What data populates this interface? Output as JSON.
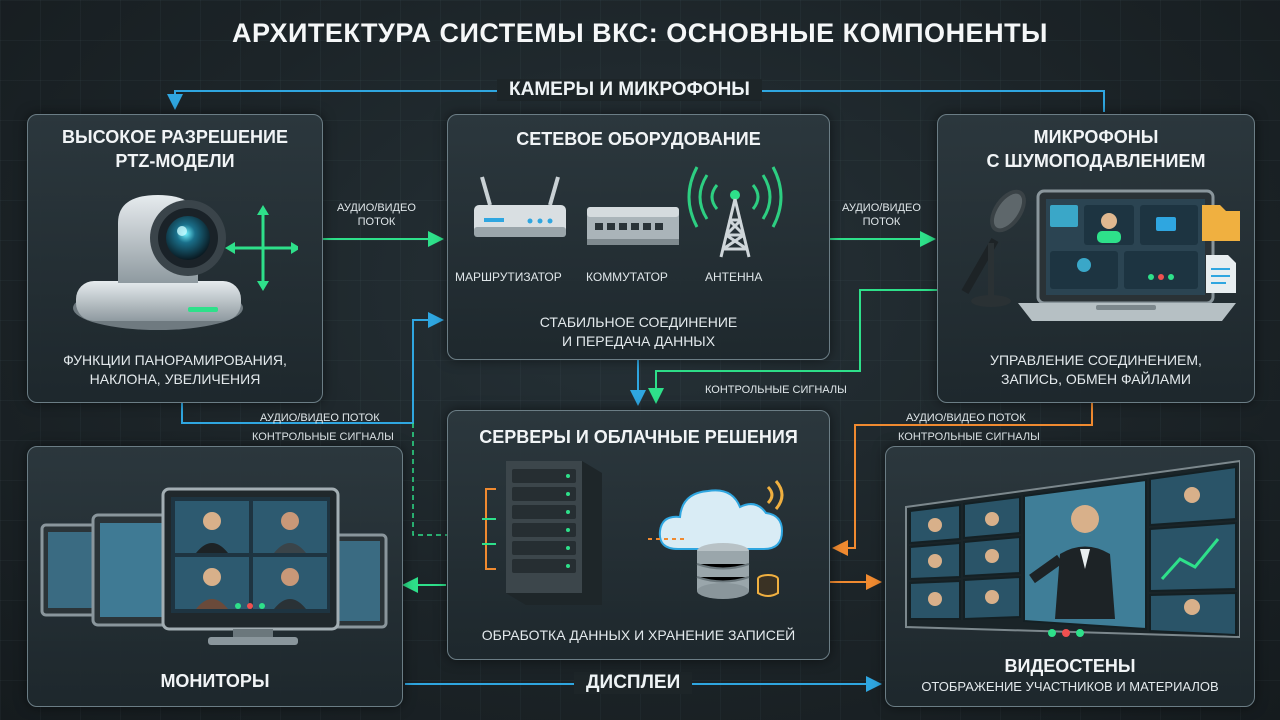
{
  "title": "АРХИТЕКТУРА СИСТЕМЫ ВКС: ОСНОВНЫЕ КОМПОНЕНТЫ",
  "top_band": "КАМЕРЫ И МИКРОФОНЫ",
  "bottom_band": "ДИСПЛЕИ",
  "panels": {
    "cameras": {
      "title_line1": "ВЫСОКОЕ РАЗРЕШЕНИЕ",
      "title_line2": "PTZ-МОДЕЛИ",
      "desc_line1": "ФУНКЦИИ ПАНОРАМИРОВАНИЯ,",
      "desc_line2": "НАКЛОНА, УВЕЛИЧЕНИЯ"
    },
    "network": {
      "title": "СЕТЕВОЕ ОБОРУДОВАНИЕ",
      "router": "МАРШРУТИЗАТОР",
      "switch": "КОММУТАТОР",
      "antenna": "АНТЕННА",
      "desc_line1": "СТАБИЛЬНОЕ СОЕДИНЕНИЕ",
      "desc_line2": "И ПЕРЕДАЧА ДАННЫХ"
    },
    "microphones": {
      "title_line1": "МИКРОФОНЫ",
      "title_line2": "С ШУМОПОДАВЛЕНИЕМ",
      "desc_line1": "УПРАВЛЕНИЕ СОЕДИНЕНИЕМ,",
      "desc_line2": "ЗАПИСЬ, ОБМЕН ФАЙЛАМИ"
    },
    "servers": {
      "title": "СЕРВЕРЫ И ОБЛАЧНЫЕ РЕШЕНИЯ",
      "desc": "ОБРАБОТКА ДАННЫХ И ХРАНЕНИЕ ЗАПИСЕЙ"
    },
    "monitors": {
      "title": "МОНИТОРЫ"
    },
    "videowalls": {
      "title": "ВИДЕОСТЕНЫ",
      "desc": "ОТОБРАЖЕНИЕ УЧАСТНИКОВ И МАТЕРИАЛОВ"
    }
  },
  "labels": {
    "av_stream_line1": "АУДИО/ВИДЕО",
    "av_stream_line2": "ПОТОК",
    "av_stream": "АУДИО/ВИДЕО ПОТОК",
    "control_signals": "КОНТРОЛЬНЫЕ СИГНАЛЫ"
  },
  "colors": {
    "green": "#2ee08a",
    "blue": "#2fa6e0",
    "orange": "#f08a30",
    "cyan": "#3fd0e0"
  }
}
